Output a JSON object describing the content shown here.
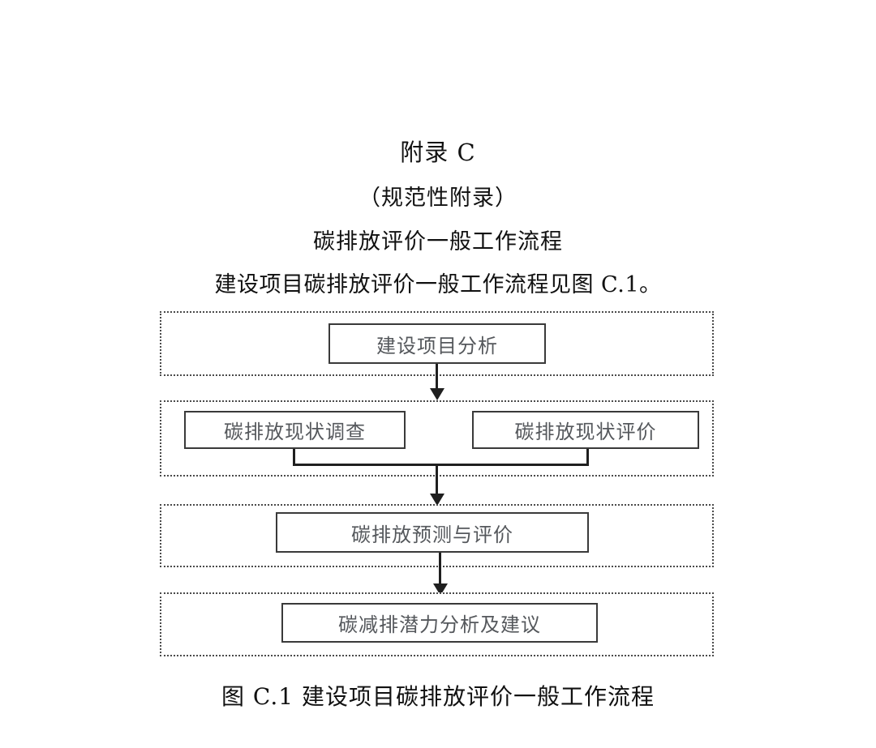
{
  "document": {
    "appendix_title": "附录 C",
    "appendix_type": "（规范性附录）",
    "appendix_subtitle": "碳排放评价一般工作流程",
    "lead_paragraph": "建设项目碳排放评价一般工作流程见图 C.1。",
    "figure_caption": "图 C.1  建设项目碳排放评价一般工作流程"
  },
  "chart_data": {
    "type": "diagram",
    "title": "建设项目碳排放评价一般工作流程",
    "stages": [
      {
        "index": 1,
        "nodes": [
          "建设项目分析"
        ]
      },
      {
        "index": 2,
        "nodes": [
          "碳排放现状调查",
          "碳排放现状评价"
        ]
      },
      {
        "index": 3,
        "nodes": [
          "碳排放预测与评价"
        ]
      },
      {
        "index": 4,
        "nodes": [
          "碳减排潜力分析及建议"
        ]
      }
    ],
    "edges": [
      {
        "from": "建设项目分析",
        "to": "碳排放现状调查／碳排放现状评价"
      },
      {
        "from": "碳排放现状调查／碳排放现状评价",
        "to": "碳排放预测与评价"
      },
      {
        "from": "碳排放预测与评价",
        "to": "碳减排潜力分析及建议"
      }
    ],
    "colors": {
      "node_border": "#3a3a3a",
      "group_border": "#4a4a4a",
      "connector": "#1f1f1f",
      "node_text": "#55585c",
      "background": "#ffffff"
    }
  },
  "nodes": {
    "stage1_box1": "建设项目分析",
    "stage2_box1": "碳排放现状调查",
    "stage2_box2": "碳排放现状评价",
    "stage3_box1": "碳排放预测与评价",
    "stage4_box1": "碳减排潜力分析及建议"
  }
}
